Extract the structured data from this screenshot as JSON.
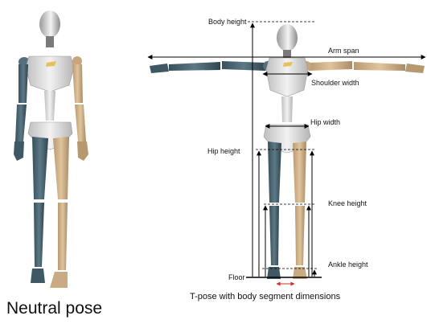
{
  "figure": {
    "left_caption": "Neutral pose",
    "right_caption": "T-pose with body segment dimensions"
  },
  "labels": {
    "body_height": "Body height",
    "arm_span": "Arm span",
    "shoulder_width": "Shoulder width",
    "hip_width": "Hip width",
    "hip_height": "Hip height",
    "knee_height": "Knee height",
    "ankle_height": "Ankle height",
    "floor": "Floor"
  },
  "colors": {
    "left_limb": "#46606d",
    "right_limb": "#c9ac84",
    "torso": "#dcdcdc",
    "head": "#e4e4e4",
    "dimension_line": "#000000",
    "foot_marker": "#d92b2b"
  }
}
